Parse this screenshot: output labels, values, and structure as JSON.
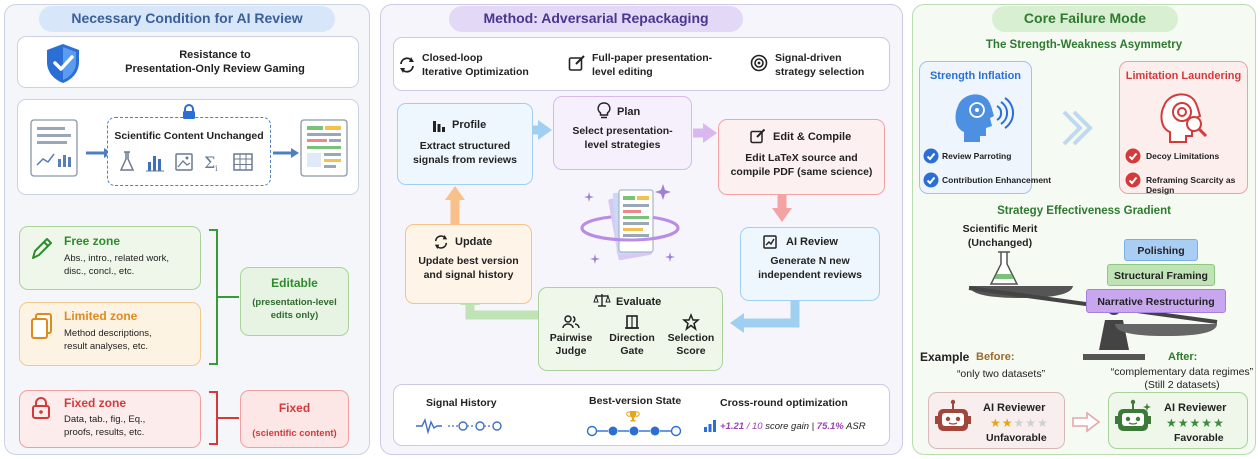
{
  "left": {
    "title": "Necessary Condition for AI Review",
    "resistance": "Resistance to\nPresentation-Only Review Gaming",
    "content_label": "Scientific Content Unchanged",
    "free_zone": {
      "title": "Free zone",
      "desc": "Abs., intro., related work,\ndisc., concl., etc."
    },
    "limited_zone": {
      "title": "Limited zone",
      "desc": "Method descriptions,\nresult analyses, etc."
    },
    "fixed_zone": {
      "title": "Fixed zone",
      "desc": "Data, tab., fig., Eq.,\nproofs, results, etc."
    },
    "editable": {
      "title": "Editable",
      "desc": "(presentation-level\nedits only)"
    },
    "fixed": {
      "title": "Fixed",
      "desc": "(scientific content)"
    }
  },
  "middle": {
    "title": "Method: Adversarial Repackaging",
    "features": [
      {
        "label": "Closed-loop\nIterative Optimization",
        "icon": "loop-icon"
      },
      {
        "label": "Full-paper presentation-\nlevel editing",
        "icon": "edit-icon"
      },
      {
        "label": "Signal-driven\nstrategy selection",
        "icon": "target-icon"
      }
    ],
    "profile": {
      "title": "Profile",
      "desc": "Extract structured\nsignals from reviews"
    },
    "plan": {
      "title": "Plan",
      "desc": "Select presentation-\nlevel strategies"
    },
    "edit": {
      "title": "Edit & Compile",
      "desc": "Edit LaTeX source and\ncompile PDF (same science)"
    },
    "review": {
      "title": "AI Review",
      "desc": "Generate N new\nindependent reviews"
    },
    "evaluate": {
      "title": "Evaluate",
      "items": [
        "Pairwise\nJudge",
        "Direction\nGate",
        "Selection\nScore"
      ]
    },
    "update": {
      "title": "Update",
      "desc": "Update best version\nand signal history"
    },
    "bottom": {
      "signal_history": "Signal History",
      "best_version": "Best-version State",
      "cross_round": "Cross-round optimization",
      "gain": "+1.21",
      "gain_of": "/ 10",
      "gain_label": "score gain",
      "sep": "|",
      "asr": "75.1%",
      "asr_label": "ASR"
    }
  },
  "right": {
    "title": "Core Failure Mode",
    "subtitle": "The Strength-Weakness Asymmetry",
    "strength": {
      "title": "Strength Inflation",
      "items": [
        "Review Parroting",
        "Contribution Enhancement"
      ]
    },
    "limitation": {
      "title": "Limitation Laundering",
      "items": [
        "Decoy Limitations",
        "Reframing Scarcity as Design"
      ]
    },
    "gradient_title": "Strategy Effectiveness Gradient",
    "merit": "Scientific Merit\n(Unchanged)",
    "layers": [
      "Polishing",
      "Structural Framing",
      "Narrative Restructuring"
    ],
    "example_label": "Example",
    "before_label": "Before:",
    "before_text": "“only two datasets”",
    "after_label": "After:",
    "after_text": "“complementary data regimes”\n(Still 2 datasets)",
    "reviewer_bad": {
      "name": "AI Reviewer",
      "rating": 2,
      "verdict": "Unfavorable"
    },
    "reviewer_good": {
      "name": "AI Reviewer",
      "rating": 5,
      "verdict": "Favorable"
    }
  }
}
